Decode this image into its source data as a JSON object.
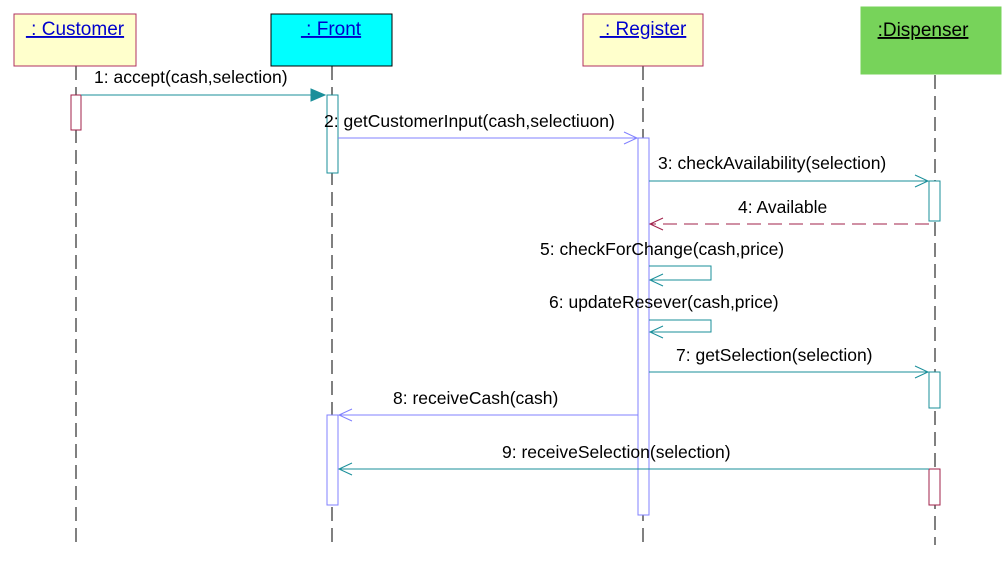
{
  "diagram": {
    "objects": [
      {
        "id": "customer",
        "label": " : Customer",
        "fill": "#ffffcc",
        "stroke": "#b03060"
      },
      {
        "id": "front",
        "label": " : Front",
        "fill": "#00ffff",
        "stroke": "#000000"
      },
      {
        "id": "register",
        "label": " : Register",
        "fill": "#ffffcc",
        "stroke": "#b03060"
      },
      {
        "id": "dispenser",
        "label": ":Dispenser",
        "fill": "#77d35a",
        "stroke": "#77d35a"
      }
    ],
    "messages": [
      {
        "num": 1,
        "label": "1: accept(cash,selection)",
        "from": "customer",
        "to": "front",
        "kind": "sync"
      },
      {
        "num": 2,
        "label": "2: getCustomerInput(cash,selectiuon)",
        "from": "front",
        "to": "register",
        "kind": "async"
      },
      {
        "num": 3,
        "label": "3: checkAvailability(selection)",
        "from": "register",
        "to": "dispenser",
        "kind": "async"
      },
      {
        "num": 4,
        "label": "4: Available",
        "from": "dispenser",
        "to": "register",
        "kind": "return"
      },
      {
        "num": 5,
        "label": "5: checkForChange(cash,price)",
        "from": "register",
        "to": "register",
        "kind": "self"
      },
      {
        "num": 6,
        "label": "6: updateResever(cash,price)",
        "from": "register",
        "to": "register",
        "kind": "self"
      },
      {
        "num": 7,
        "label": "7: getSelection(selection)",
        "from": "register",
        "to": "dispenser",
        "kind": "async"
      },
      {
        "num": 8,
        "label": "8: receiveCash(cash)",
        "from": "register",
        "to": "front",
        "kind": "async"
      },
      {
        "num": 9,
        "label": "9: receiveSelection(selection)",
        "from": "dispenser",
        "to": "front",
        "kind": "async"
      }
    ],
    "colors": {
      "lifeline": "#000000",
      "call_message": "#1a8f9a",
      "sync_arrowhead": "#1a8f9a",
      "return_message": "#a0204a",
      "activation_customer": "#a0204a",
      "activation_front": "#1a8f9a",
      "activation_register": "#8080ff",
      "activation_dispenser": "#1a8f9a",
      "activation_dispenser_last": "#a0204a",
      "label_text": "#000000"
    }
  }
}
